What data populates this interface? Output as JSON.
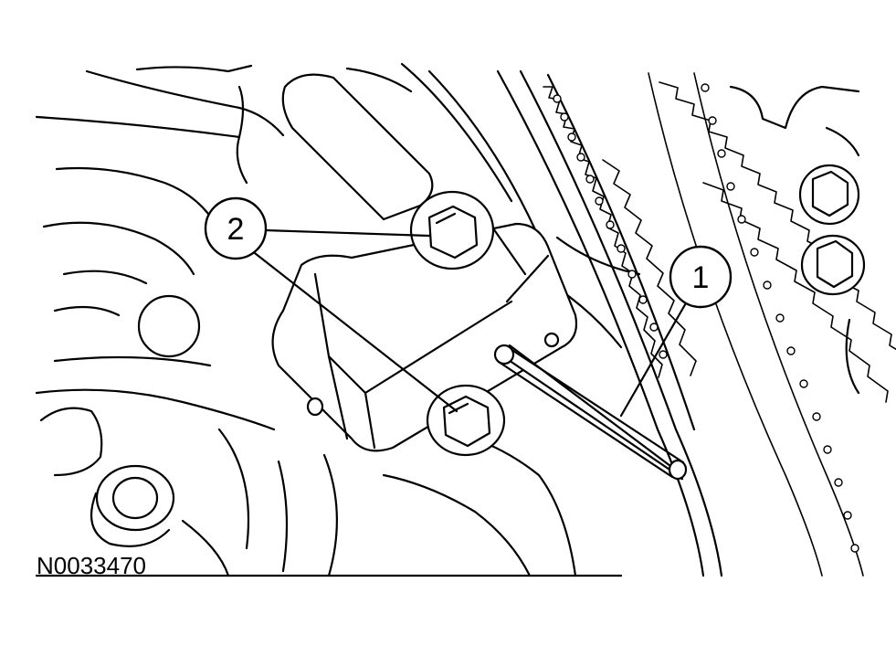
{
  "figure_code": "N0033470",
  "callouts": [
    {
      "label": "1",
      "part": "callout-1"
    },
    {
      "label": "2",
      "part": "callout-2"
    }
  ],
  "colors": {
    "line": "#000000",
    "background": "#ffffff"
  }
}
